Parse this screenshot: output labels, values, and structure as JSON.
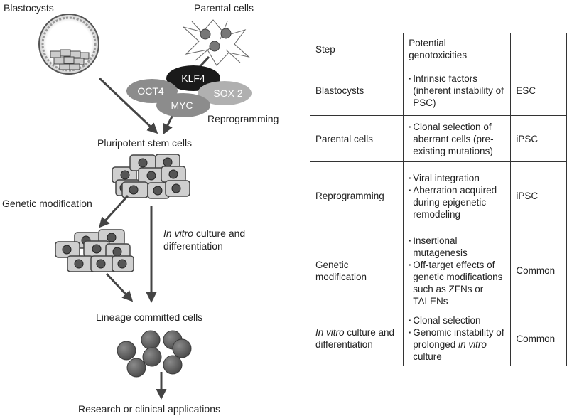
{
  "diagram": {
    "blastocysts": "Blastocysts",
    "parental_cells": "Parental cells",
    "factors": {
      "klf4": "KLF4",
      "oct4": "OCT4",
      "sox2": "SOX 2",
      "myc": "MYC"
    },
    "reprogramming": "Reprogramming",
    "pluripotent": "Pluripotent stem cells",
    "genetic_modification": "Genetic modification",
    "in_vitro_italic": "In vitro",
    "culture_line1_rest": " culture and",
    "culture_line2": "differentiation",
    "lineage": "Lineage committed cells",
    "applications": "Research or clinical applications"
  },
  "table": {
    "header": {
      "step": "Step",
      "geno": "Potential genotoxicities",
      "type": ""
    },
    "bullet": "▪",
    "rows": [
      {
        "step": "Blastocysts",
        "bullets": [
          "Intrinsic factors (inherent instability of PSC)"
        ],
        "type": "ESC"
      },
      {
        "step": "Parental cells",
        "bullets": [
          "Clonal selection of aberrant cells (pre-existing mutations)"
        ],
        "type": "iPSC"
      },
      {
        "step": "Reprogramming",
        "bullets": [
          "Viral integration",
          "Aberration acquired during epigenetic remodeling"
        ],
        "type": "iPSC"
      },
      {
        "step": "Genetic modification",
        "bullets": [
          "Insertional mutagenesis",
          "Off-target effects of genetic modifications such as ZFNs or TALENs"
        ],
        "type": "Common"
      },
      {
        "step_italic": "In vitro",
        "step_rest": " culture and differentiation",
        "bullets": [
          "Clonal selection",
          "Genomic instability of prolonged"
        ],
        "last_italic": "in vitro",
        "last_rest": " culture",
        "type": "Common"
      }
    ]
  }
}
